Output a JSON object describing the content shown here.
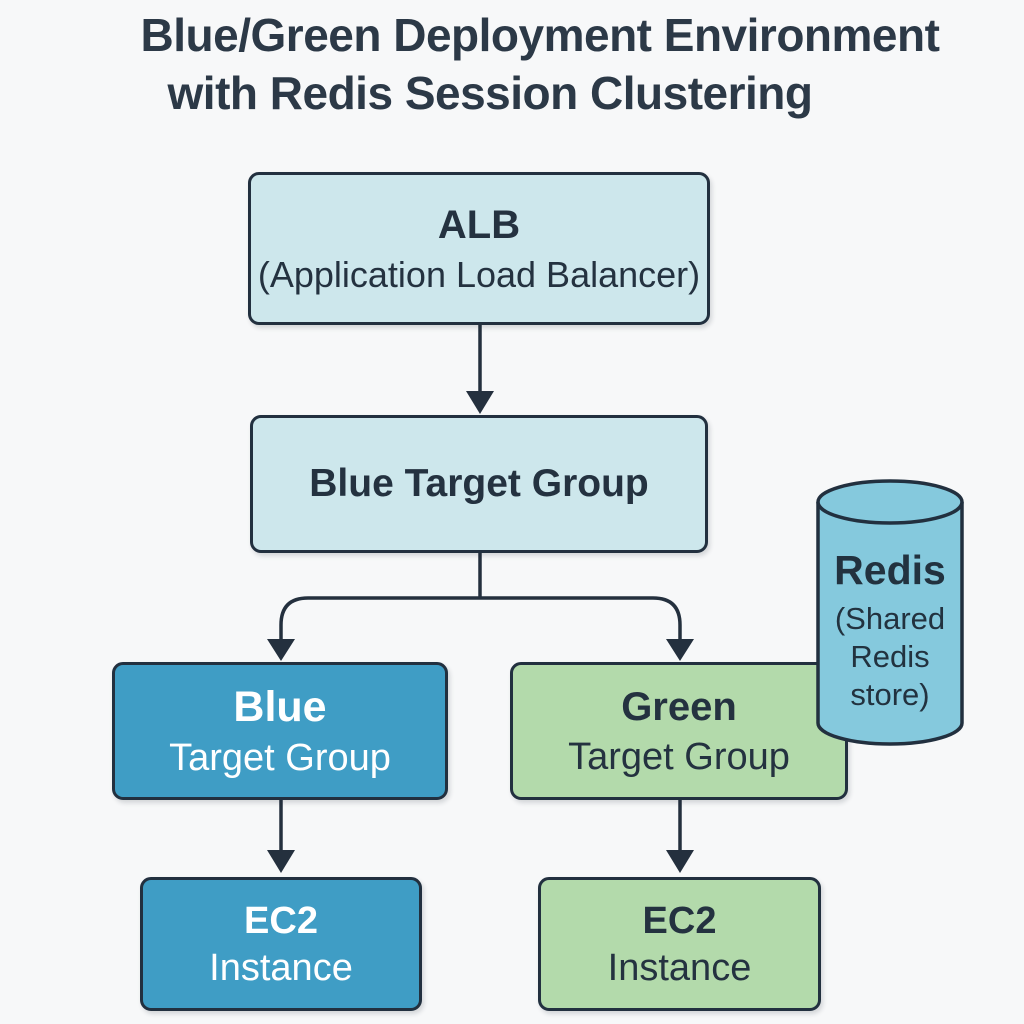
{
  "title": {
    "line1": "Blue/Green Deployment Environment",
    "line2": "with Redis Session Clustering"
  },
  "nodes": {
    "alb": {
      "title": "ALB",
      "subtitle": "(Application Load Balancer)"
    },
    "blue_target_group_main": {
      "label": "Blue Target Group"
    },
    "blue_target_group": {
      "line1": "Blue",
      "line2": "Target Group"
    },
    "green_target_group": {
      "line1": "Green",
      "line2": "Target Group"
    },
    "ec2_blue": {
      "line1": "EC2",
      "line2": "Instance"
    },
    "ec2_green": {
      "line1": "EC2",
      "line2": "Instance"
    },
    "redis": {
      "title": "Redis",
      "sub_line1": "(Shared",
      "sub_line2": "Redis",
      "sub_line3": "store)"
    }
  },
  "colors": {
    "background": "#f7f8f9",
    "outline": "#22303f",
    "light_blue_fill": "#cde7ec",
    "blue_fill": "#3f9dc5",
    "green_fill": "#b3daab",
    "cylinder_fill": "#85c9dd",
    "dark_text": "#243240",
    "light_text": "#ffffff"
  }
}
